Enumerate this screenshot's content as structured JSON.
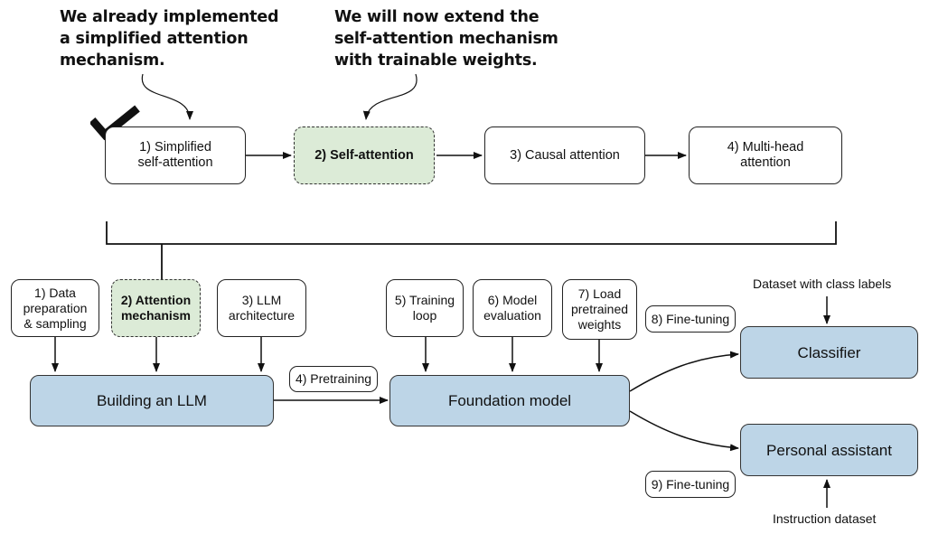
{
  "annotations": {
    "left": "We already implemented\na simplified attention\nmechanism.",
    "right": "We will now extend the\nself-attention mechanism\nwith trainable weights."
  },
  "attention_steps": [
    {
      "label": "1) Simplified\nself-attention",
      "status": "done"
    },
    {
      "label": "2) Self-attention",
      "status": "current"
    },
    {
      "label": "3) Causal attention",
      "status": "upcoming"
    },
    {
      "label": "4) Multi-head\nattention",
      "status": "upcoming"
    }
  ],
  "pipeline": {
    "stage1_steps": [
      {
        "label": "1) Data\npreparation\n& sampling"
      },
      {
        "label": "2) Attention\nmechanism",
        "status": "current"
      },
      {
        "label": "3) LLM\narchitecture"
      }
    ],
    "building": "Building an LLM",
    "pretraining": "4) Pretraining",
    "stage2_steps": [
      {
        "label": "5) Training\nloop"
      },
      {
        "label": "6) Model\nevaluation"
      },
      {
        "label": "7) Load\npretrained\nweights"
      }
    ],
    "foundation": "Foundation model",
    "finetune_classifier": "8) Fine-tuning",
    "finetune_assistant": "9) Fine-tuning",
    "classifier": "Classifier",
    "assistant": "Personal assistant",
    "classifier_input": "Dataset with class labels",
    "assistant_input": "Instruction dataset"
  },
  "colors": {
    "current_fill": "#dcebd7",
    "model_fill": "#bdd5e7",
    "stroke": "#222222"
  }
}
